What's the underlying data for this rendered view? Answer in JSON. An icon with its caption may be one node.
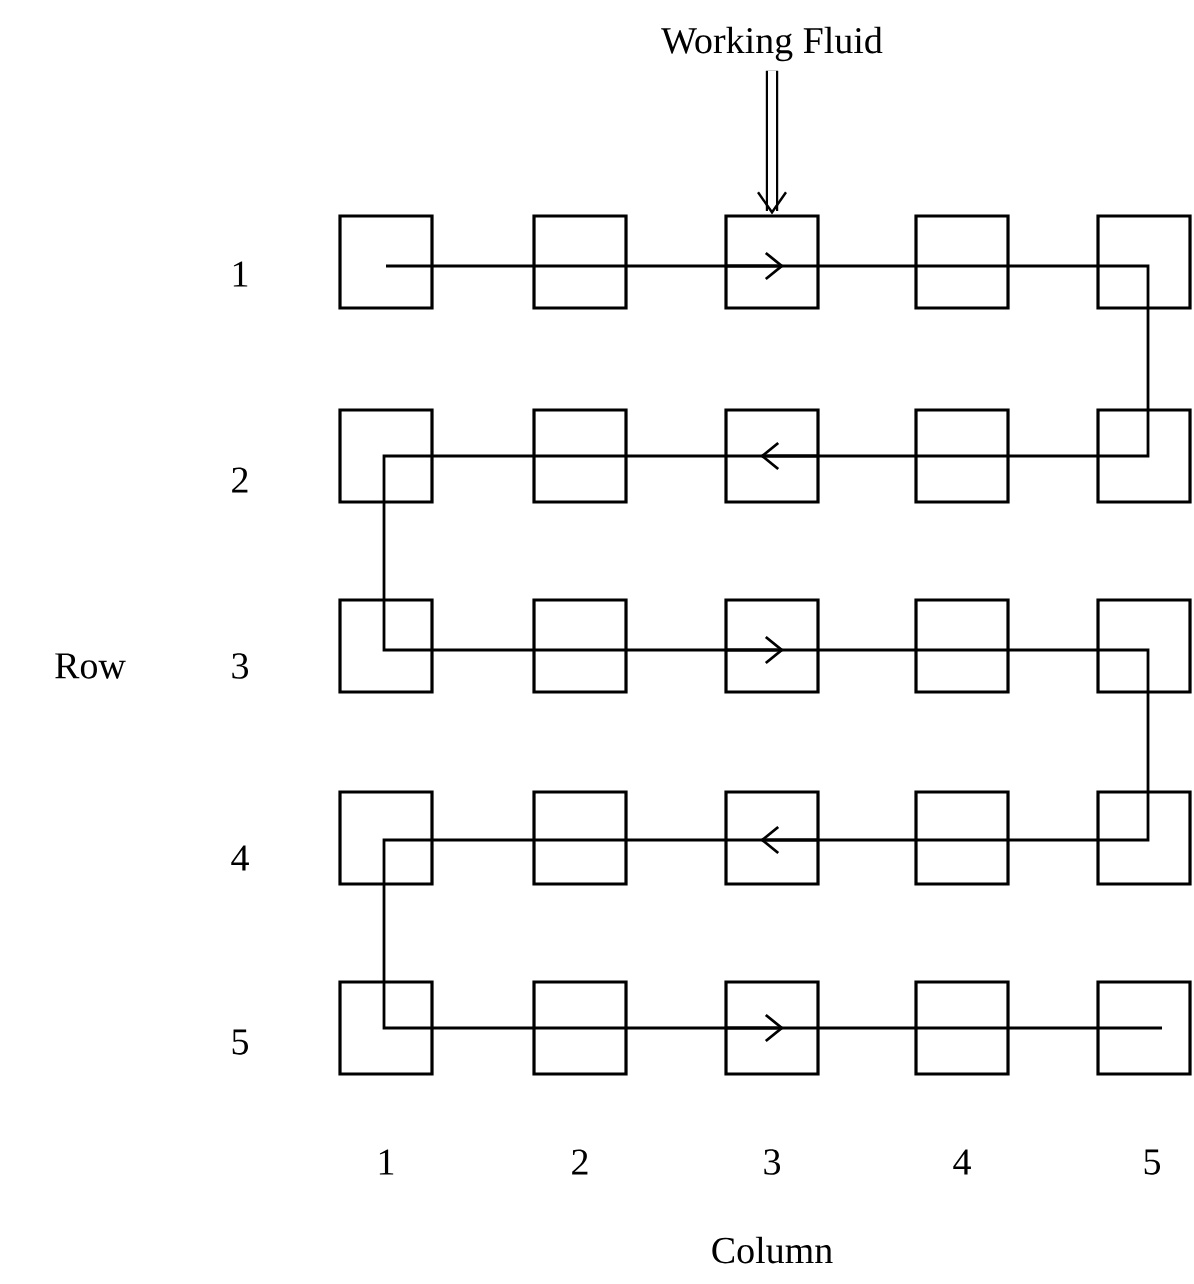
{
  "diagram": {
    "nodes": [
      {
        "text": [],
        "shape": "box"
      },
      {
        "text": [],
        "shape": "box"
      },
      {
        "text": [],
        "shape": "box"
      },
      {
        "text": [],
        "shape": "box"
      },
      {
        "text": [],
        "shape": "box"
      },
      {
        "text": [],
        "shape": "box"
      },
      {
        "text": [],
        "shape": "box"
      },
      {
        "text": [],
        "shape": "box"
      },
      {
        "text": [],
        "shape": "box"
      },
      {
        "text": [],
        "shape": "box"
      },
      {
        "text": [],
        "shape": "box"
      },
      {
        "text": [],
        "shape": "box"
      },
      {
        "text": [],
        "shape": "box"
      },
      {
        "text": [],
        "shape": "box"
      },
      {
        "text": [],
        "shape": "box"
      },
      {
        "text": [],
        "shape": "box"
      },
      {
        "text": [],
        "shape": "box"
      },
      {
        "text": [],
        "shape": "box"
      },
      {
        "text": [],
        "shape": "box"
      },
      {
        "text": [],
        "shape": "box"
      },
      {
        "text": [],
        "shape": "box"
      },
      {
        "text": [],
        "shape": "box"
      },
      {
        "text": [],
        "shape": "box"
      },
      {
        "text": [],
        "shape": "box"
      },
      {
        "text": [],
        "shape": "box"
      },
      {
        "text": [
          "Working Fluid"
        ]
      }
    ],
    "edges": [
      {
        "from": 0,
        "to": 1,
        "arrow": "none"
      },
      {
        "from": 1,
        "to": 2,
        "arrow": "to"
      },
      {
        "from": 2,
        "to": 3,
        "arrow": "none"
      },
      {
        "from": 3,
        "to": 4,
        "arrow": "none"
      },
      {
        "from": 4,
        "to": 9,
        "arrow": "none"
      },
      {
        "from": 9,
        "to": 8,
        "arrow": "none"
      },
      {
        "from": 8,
        "to": 7,
        "arrow": "to"
      },
      {
        "from": 7,
        "to": 6,
        "arrow": "none"
      },
      {
        "from": 6,
        "to": 5,
        "arrow": "none"
      },
      {
        "from": 5,
        "to": 10,
        "arrow": "none"
      },
      {
        "from": 10,
        "to": 11,
        "arrow": "none"
      },
      {
        "from": 11,
        "to": 12,
        "arrow": "to"
      },
      {
        "from": 12,
        "to": 13,
        "arrow": "none"
      },
      {
        "from": 13,
        "to": 14,
        "arrow": "none"
      },
      {
        "from": 14,
        "to": 19,
        "arrow": "none"
      },
      {
        "from": 19,
        "to": 18,
        "arrow": "none"
      },
      {
        "from": 18,
        "to": 17,
        "arrow": "to"
      },
      {
        "from": 17,
        "to": 16,
        "arrow": "none"
      },
      {
        "from": 16,
        "to": 15,
        "arrow": "none"
      },
      {
        "from": 15,
        "to": 20,
        "arrow": "none"
      },
      {
        "from": 20,
        "to": 21,
        "arrow": "none"
      },
      {
        "from": 21,
        "to": 22,
        "arrow": "to"
      },
      {
        "from": 22,
        "to": 23,
        "arrow": "none"
      },
      {
        "from": 23,
        "to": 24,
        "arrow": "none"
      },
      {
        "from": 25,
        "to": 2,
        "arrow": "to",
        "style": "thick"
      }
    ],
    "labels": [
      "1",
      "2",
      "Row",
      "3",
      "4",
      "5",
      "1",
      "2",
      "3",
      "4",
      "5",
      "Column"
    ]
  }
}
